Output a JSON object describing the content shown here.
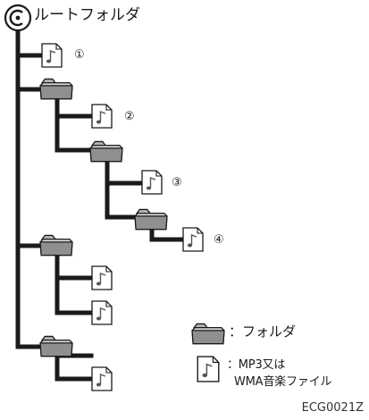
{
  "root": {
    "label": "ルートフォルダ",
    "icon": "cd-disc-icon"
  },
  "tree": {
    "files": [
      {
        "marker": "①",
        "icon": "music-file-icon"
      },
      {
        "marker": "②",
        "icon": "music-file-icon"
      },
      {
        "marker": "③",
        "icon": "music-file-icon"
      },
      {
        "marker": "④",
        "icon": "music-file-icon"
      }
    ],
    "folder_icon": "folder-icon"
  },
  "legend": {
    "folder_text": "：フォルダ",
    "file_text_line1": "：MP3又は",
    "file_text_line2": "WMA音楽ファイル"
  },
  "code": "ECG0021Z",
  "colors": {
    "line": "#1a1a1a",
    "folder_fill": "#8f8f8f",
    "folder_tab": "#b5b5b5",
    "file_fill": "#ffffff"
  }
}
